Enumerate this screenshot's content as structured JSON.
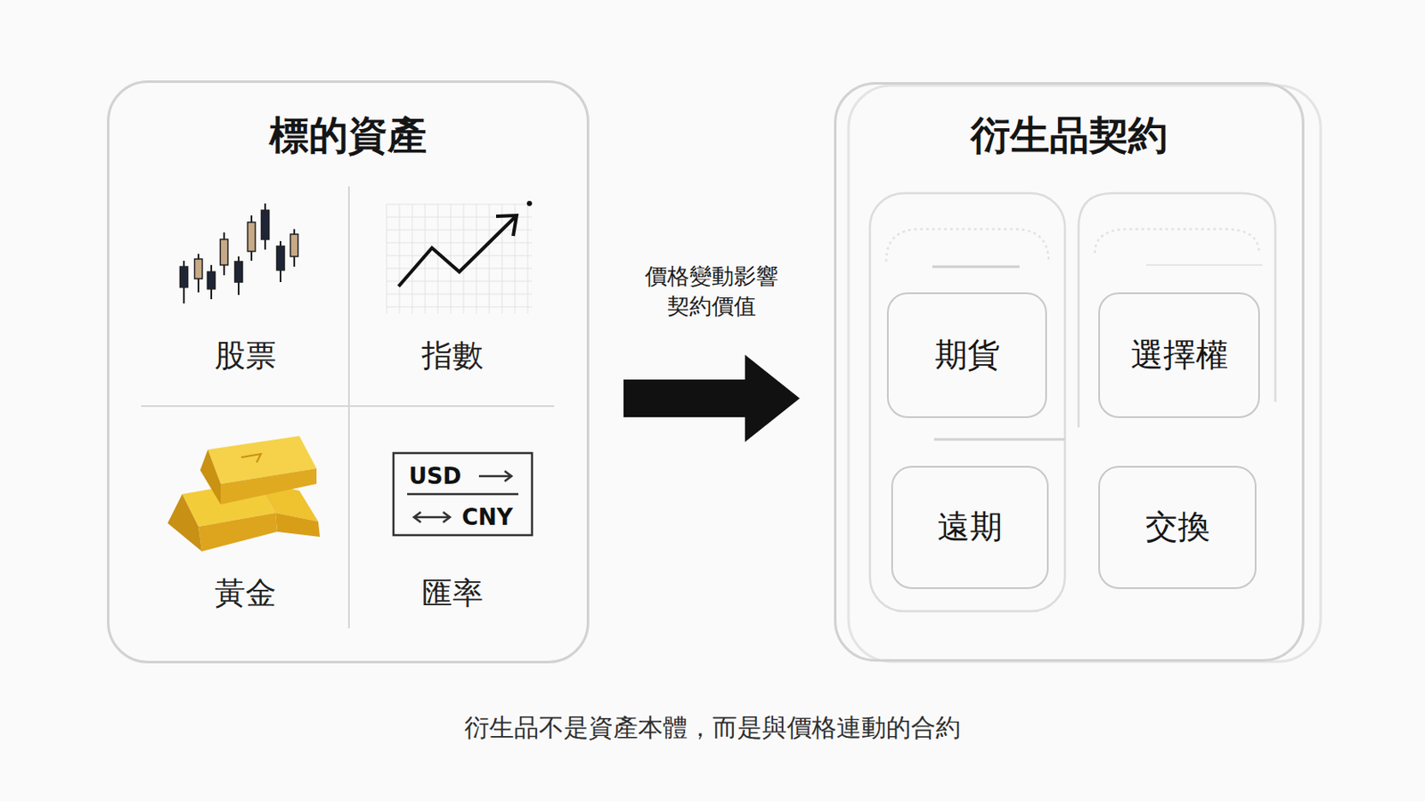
{
  "diagram": {
    "caption": "衍生品不是資產本體，而是與價格連動的合約",
    "nodes": [
      {
        "text": [
          "標的資產"
        ]
      },
      {
        "text": [
          "股票"
        ],
        "in": 0
      },
      {
        "text": [
          "指數"
        ],
        "in": 0
      },
      {
        "text": [
          "黃金"
        ],
        "in": 0
      },
      {
        "text": [
          "匯率"
        ],
        "in": 0
      },
      {
        "text": [
          "衍生品契約"
        ]
      },
      {
        "text": [
          "期貨"
        ],
        "in": 5
      },
      {
        "text": [
          "選擇權"
        ],
        "in": 5
      },
      {
        "text": [
          "遠期"
        ],
        "in": 5
      },
      {
        "text": [
          "交換"
        ],
        "in": 5
      }
    ],
    "edges": [
      {
        "from": 0,
        "to": 5,
        "arrow": "to",
        "label": "價格變動影響契約價值"
      }
    ],
    "labels": [
      "USD",
      "CNY"
    ]
  }
}
